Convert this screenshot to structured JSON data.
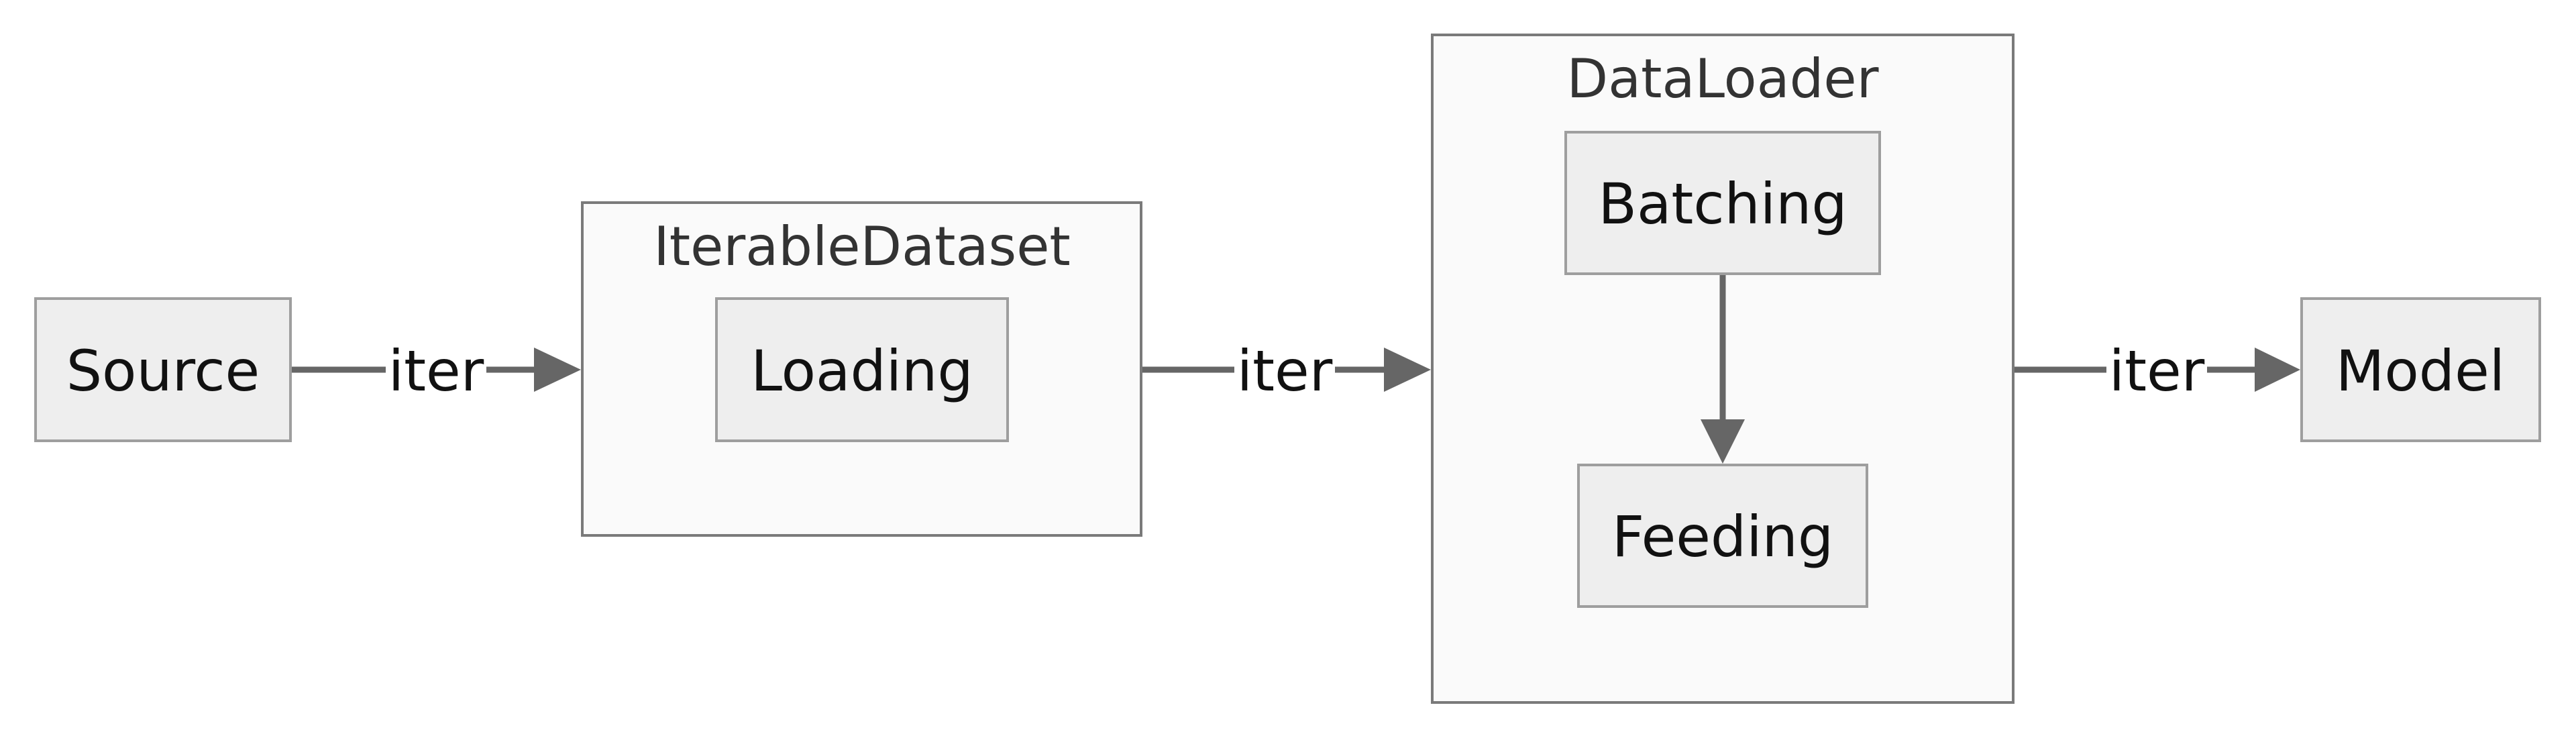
{
  "clusters": {
    "iterable_dataset": {
      "title": "IterableDataset"
    },
    "dataloader": {
      "title": "DataLoader"
    }
  },
  "nodes": {
    "source": {
      "label": "Source"
    },
    "loading": {
      "label": "Loading"
    },
    "batching": {
      "label": "Batching"
    },
    "feeding": {
      "label": "Feeding"
    },
    "model": {
      "label": "Model"
    }
  },
  "edges": [
    {
      "from": "Source",
      "to": "IterableDataset",
      "label": "iter"
    },
    {
      "from": "IterableDataset",
      "to": "DataLoader",
      "label": "iter"
    },
    {
      "from": "Batching",
      "to": "Feeding",
      "label": ""
    },
    {
      "from": "DataLoader",
      "to": "Model",
      "label": "iter"
    }
  ],
  "colors": {
    "node_fill": "#eeeeee",
    "node_stroke": "#9e9e9e",
    "cluster_fill": "#fafafa",
    "cluster_stroke": "#7a7a7a",
    "edge": "#666666",
    "text": "#111111"
  }
}
